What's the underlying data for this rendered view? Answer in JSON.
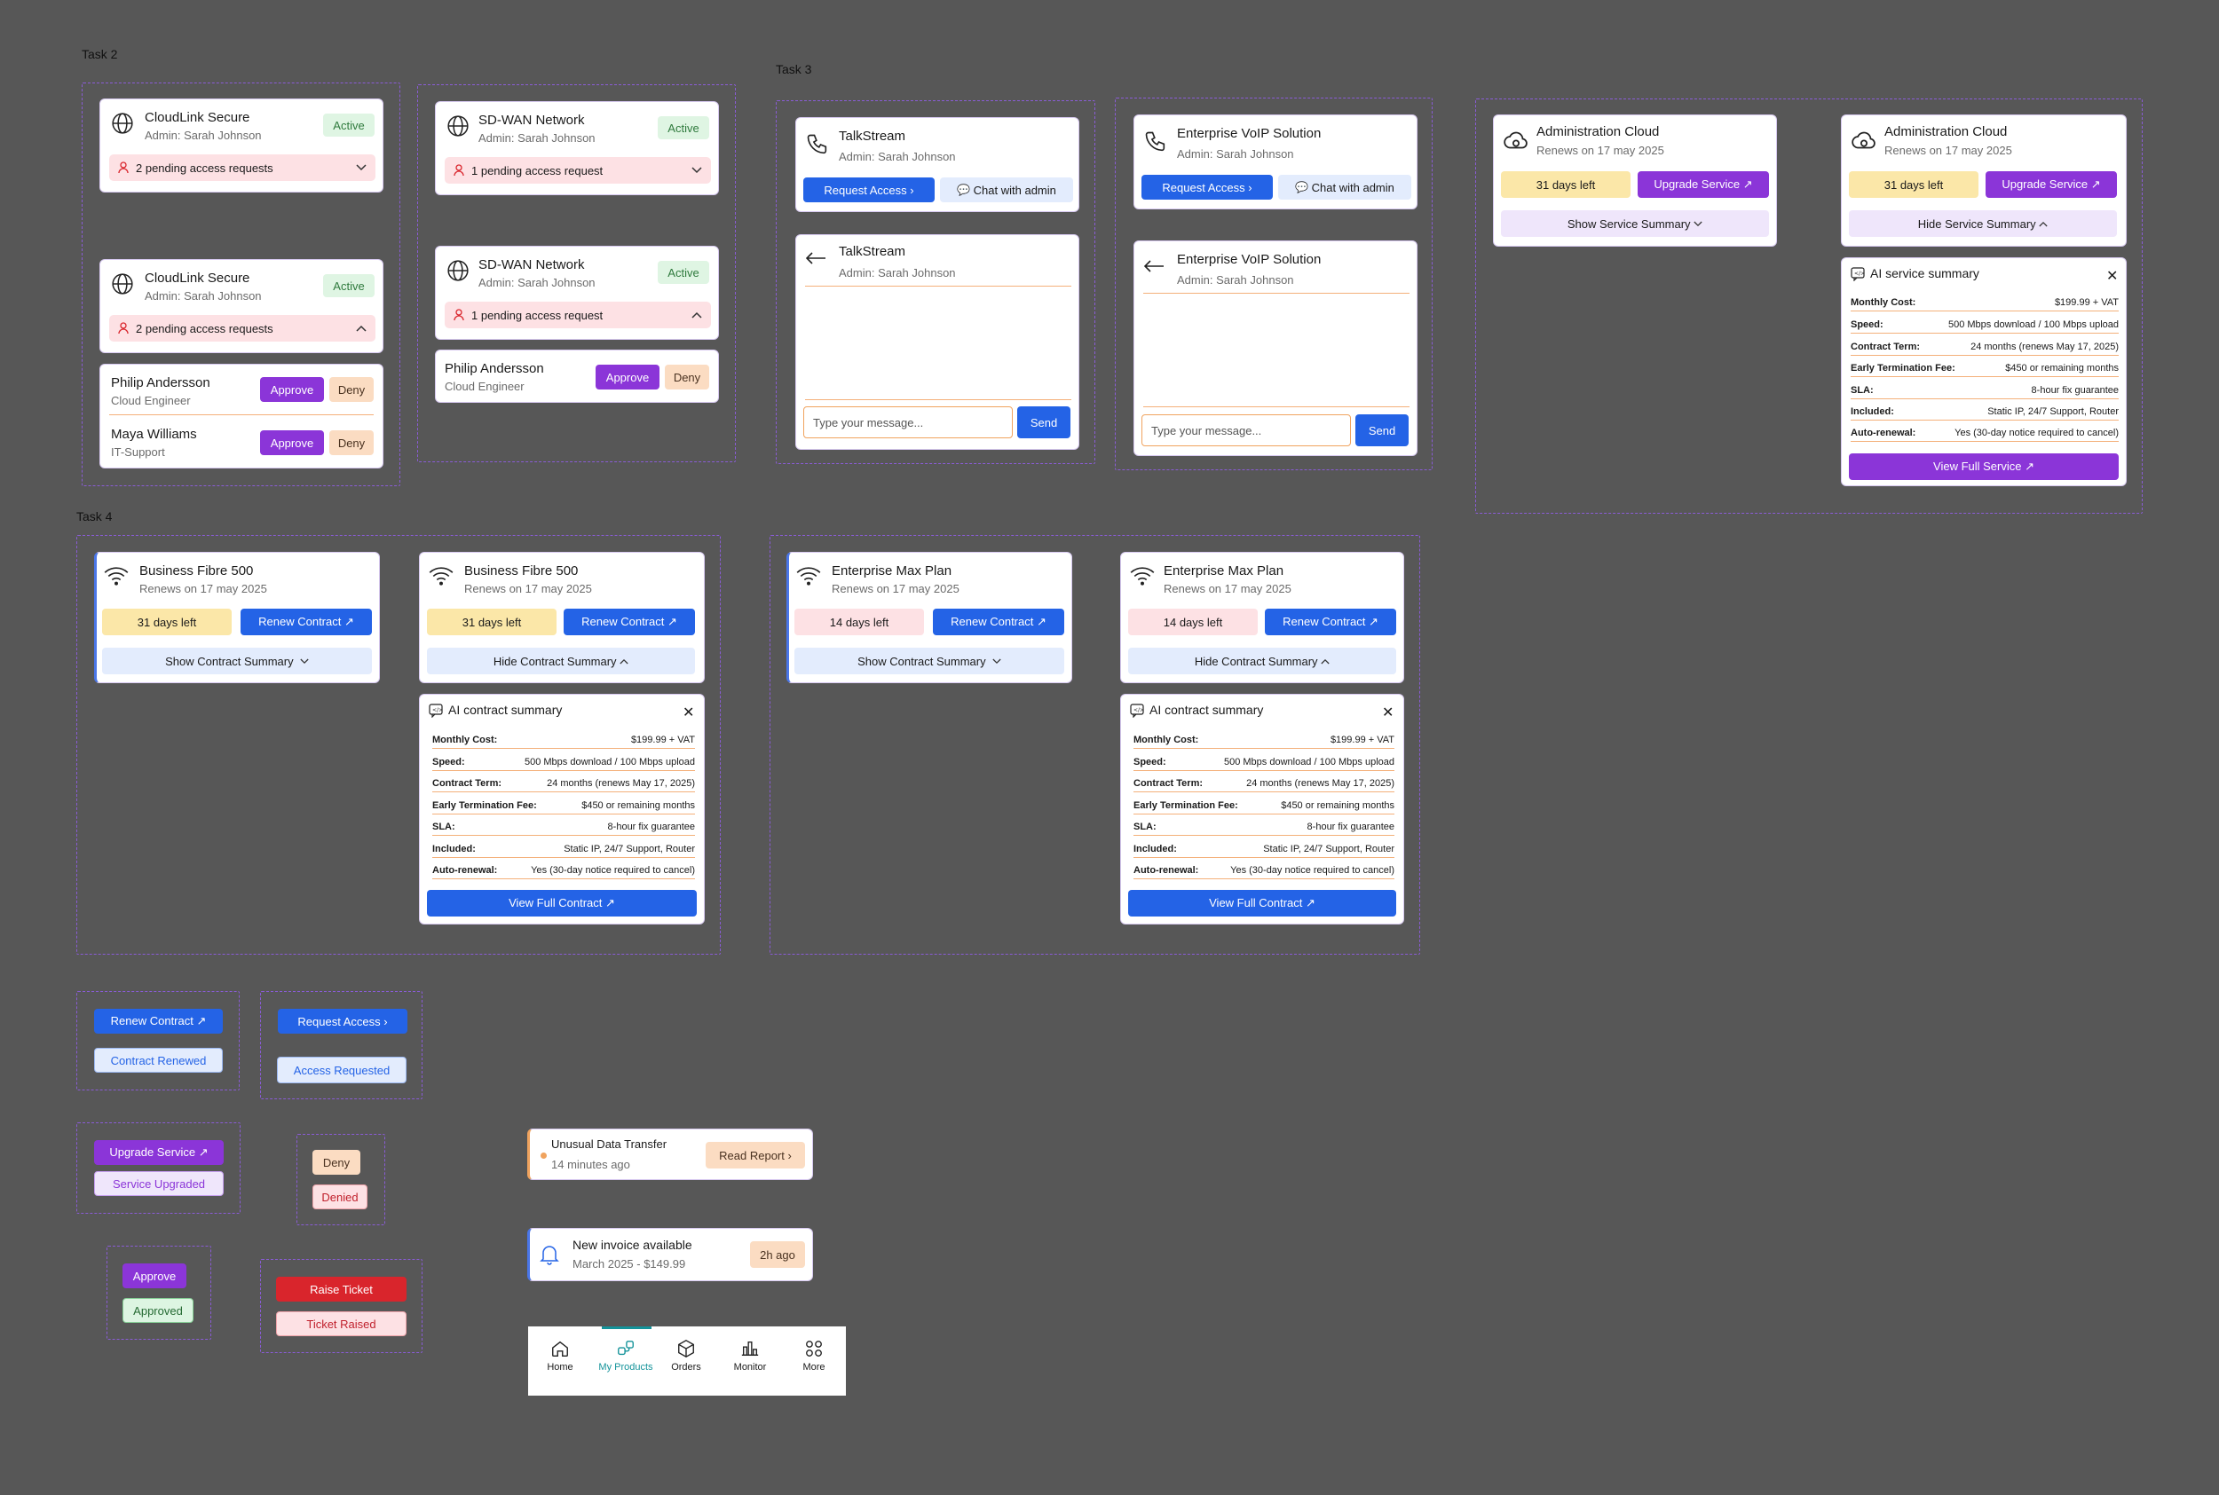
{
  "labels": {
    "task2": "Task 2",
    "task3": "Task 3",
    "task4": "Task 4"
  },
  "common": {
    "admin": "Admin: Sarah Johnson",
    "active": "Active",
    "approve": "Approve",
    "deny": "Deny",
    "renews": "Renews on 17 may 2025",
    "msg_placeholder": "Type your message...",
    "send": "Send"
  },
  "task2": {
    "cloudlink": "CloudLink Secure",
    "cloudlink_pending": "2 pending access requests",
    "sdwan": "SD-WAN Network",
    "sdwan_pending": "1 pending access request",
    "people": [
      {
        "name": "Philip Andersson",
        "role": "Cloud Engineer"
      },
      {
        "name": "Maya Williams",
        "role": "IT-Support"
      }
    ]
  },
  "task3": {
    "talkstream": "TalkStream",
    "voip": "Enterprise VoIP Solution",
    "request_access": "Request Access",
    "chat_admin": "Chat with admin",
    "admin_cloud": "Administration Cloud",
    "days31": "31 days left",
    "upgrade": "Upgrade Service ↗",
    "show_service": "Show Service Summary",
    "hide_service": "Hide Service Summary",
    "ai_service": "AI service summary",
    "view_service": "View Full Service ↗"
  },
  "task4": {
    "fibre": "Business Fibre 500",
    "enterprise": "Enterprise Max Plan",
    "days31": "31 days left",
    "days14": "14 days left",
    "renew": "Renew Contract ↗",
    "show_contract": "Show Contract Summary",
    "hide_contract": "Hide Contract Summary",
    "ai_contract": "AI contract summary",
    "view_contract": "View Full Contract ↗"
  },
  "summary": [
    {
      "k": "Monthly Cost:",
      "v": "$199.99 + VAT"
    },
    {
      "k": "Speed:",
      "v": "500 Mbps download / 100 Mbps upload"
    },
    {
      "k": "Contract Term:",
      "v": "24 months (renews May 17, 2025)"
    },
    {
      "k": "Early Termination Fee:",
      "v": "$450 or remaining months"
    },
    {
      "k": "SLA:",
      "v": "8-hour fix guarantee"
    },
    {
      "k": "Included:",
      "v": "Static IP, 24/7 Support, Router"
    },
    {
      "k": "Auto-renewal:",
      "v": "Yes (30-day notice required to cancel)"
    }
  ],
  "states": {
    "renew": "Renew Contract ↗",
    "renewed": "Contract Renewed",
    "request": "Request Access",
    "requested": "Access Requested",
    "upgrade": "Upgrade Service ↗",
    "upgraded": "Service Upgraded",
    "deny": "Deny",
    "denied": "Denied",
    "approve": "Approve",
    "approved": "Approved",
    "raise": "Raise Ticket",
    "raised": "Ticket Raised"
  },
  "notifications": {
    "alert_title": "Unusual Data Transfer",
    "alert_time": "14 minutes ago",
    "read_report": "Read Report",
    "invoice_title": "New invoice available",
    "invoice_sub": "March 2025 - $149.99",
    "invoice_time": "2h ago"
  },
  "navbar": {
    "items": [
      {
        "label": "Home",
        "icon": "home-icon"
      },
      {
        "label": "My Products",
        "icon": "products-icon",
        "active": true
      },
      {
        "label": "Orders",
        "icon": "box-icon"
      },
      {
        "label": "Monitor",
        "icon": "chart-icon"
      },
      {
        "label": "More",
        "icon": "grid-icon"
      }
    ]
  },
  "colors": {
    "background": "#575757",
    "blue": "#2463e6",
    "purple": "#8b35d8",
    "teal": "#14939a",
    "orange": "#f0a35e"
  }
}
